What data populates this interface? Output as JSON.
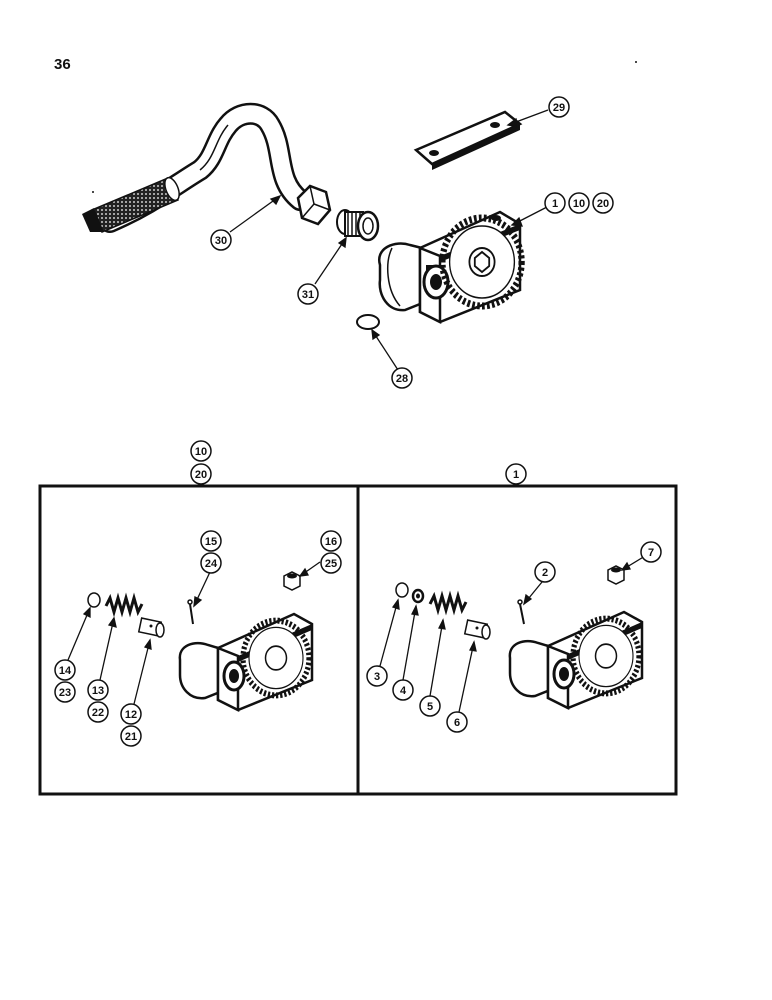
{
  "page_number": "36",
  "callouts": {
    "c29": "29",
    "c1a": "1",
    "c10a": "10",
    "c20a": "20",
    "c30": "30",
    "c31": "31",
    "c28": "28",
    "c10b": "10",
    "c20b": "20",
    "c1b": "1",
    "c15": "15",
    "c24": "24",
    "c16": "16",
    "c25": "25",
    "c14": "14",
    "c23": "23",
    "c13": "13",
    "c22": "22",
    "c12": "12",
    "c21": "21",
    "c7": "7",
    "c2": "2",
    "c3": "3",
    "c4": "4",
    "c5": "5",
    "c6": "6"
  },
  "colors": {
    "ink": "#111111",
    "paper": "#ffffff"
  }
}
